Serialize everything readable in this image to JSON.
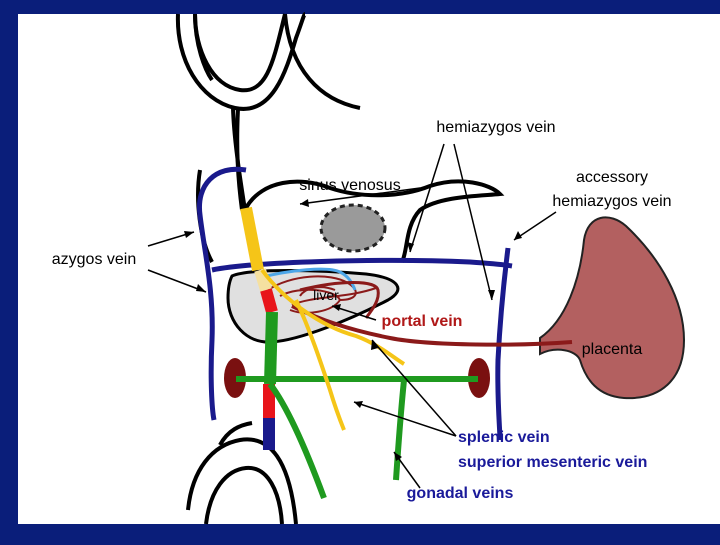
{
  "labels": {
    "hemiazygos": "hemiazygos vein",
    "accessory_line1": "accessory",
    "accessory_line2": "hemiazygos vein",
    "sinus_venosus": "sinus venosus",
    "azygos": "azygos vein",
    "liver": "liver",
    "portal": "portal vein",
    "placenta": "placenta",
    "splenic": "splenic vein",
    "superior_mesenteric": "superior mesenteric vein",
    "gonadal": "gonadal veins"
  },
  "colors": {
    "background": "#0a1e7a",
    "slide": "#ffffff",
    "blue_vein": "#1a1a8c",
    "yellow_vein": "#f5c518",
    "red_vein": "#e8141a",
    "green_vein": "#1f9a1f",
    "portal_vein": "#8b1a1a",
    "placenta": "#b36060",
    "kidney": "#7a1010",
    "liver": "#e0e0e0",
    "light_blue": "#4da6e8",
    "label_blue": "#1a1a9a",
    "label_red": "#b01818"
  }
}
